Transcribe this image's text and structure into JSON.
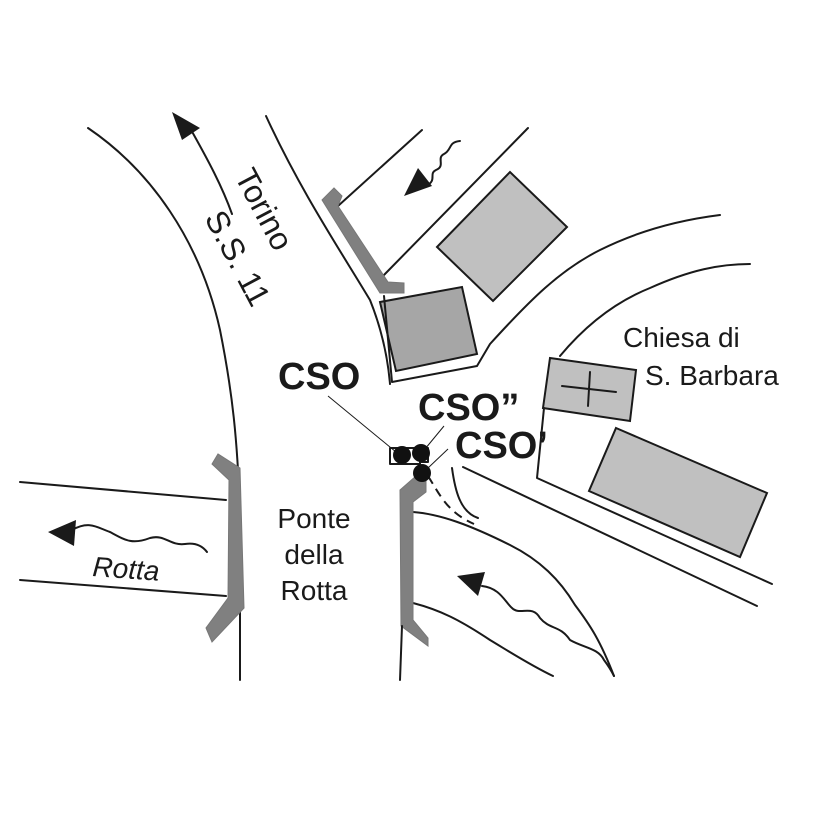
{
  "map": {
    "colors": {
      "line": "#1a1a1a",
      "wall": "#808080",
      "building_light": "#c0c0c0",
      "building_dark": "#a6a6a6",
      "cso_marker": "#111111",
      "background": "#ffffff"
    },
    "labels": {
      "road_destination": "Torino",
      "road_name": "S.S. 11",
      "church_line1": "Chiesa di",
      "church_line2": "S. Barbara",
      "cso": "CSO",
      "cso_double_prime": "CSO”",
      "cso_prime": "CSO’",
      "bridge_line1": "Ponte",
      "bridge_line2": "della",
      "bridge_line3": "Rotta",
      "river_name": "Rotta"
    },
    "features": {
      "road": "S.S. 11 toward Torino",
      "river": "Rotta",
      "bridge": "Ponte della Rotta",
      "church": "Chiesa di S. Barbara",
      "overflows": [
        "CSO",
        "CSO”",
        "CSO’"
      ],
      "flow_arrows": [
        "road-direction-arrow",
        "tributary-flow-arrow",
        "river-inflow-arrow",
        "river-outflow-arrow"
      ]
    }
  }
}
